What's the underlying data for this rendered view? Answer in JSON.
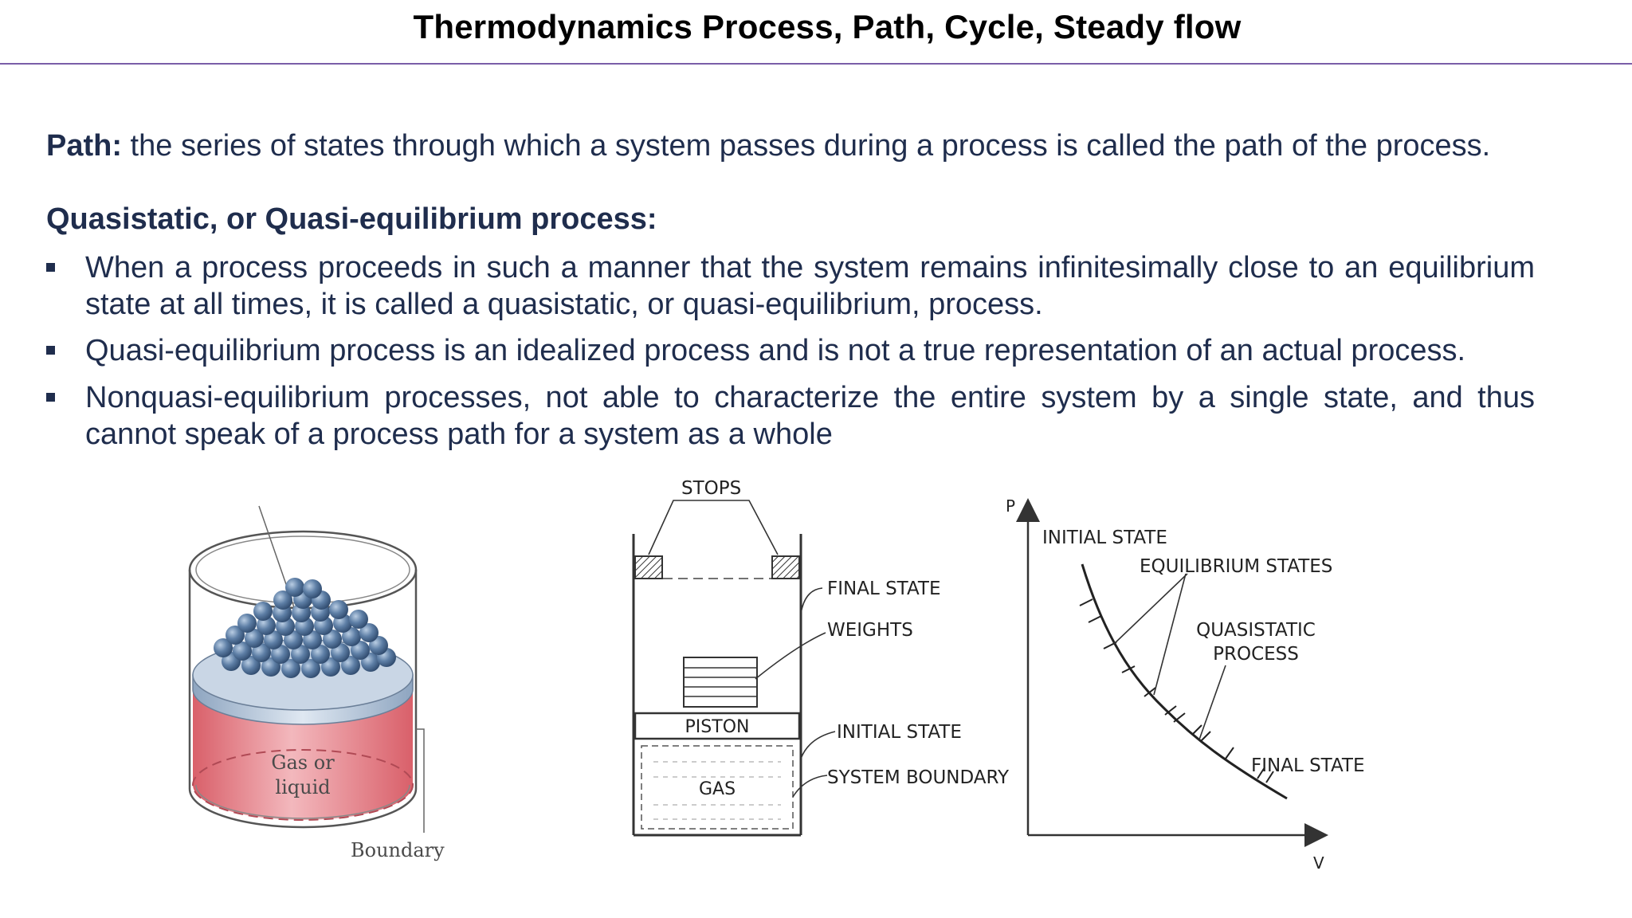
{
  "title": "Thermodynamics Process, Path, Cycle, Steady flow",
  "path_definition": {
    "term": "Path:",
    "text": " the series of states through which a system passes during a process is called the path of the process."
  },
  "quasistatic": {
    "heading": "Quasistatic, or Quasi-equilibrium process:",
    "bullets": [
      " When a process proceeds in such a manner that the system remains infinitesimally close to an equilibrium state at all times, it is called a quasistatic, or quasi-equilibrium, process.",
      "Quasi-equilibrium process is an idealized process and is not a true representation of an actual process.",
      "Nonquasi-equilibrium processes, not able to characterize the entire system by a single state, and thus cannot speak of a process path for a system as a whole"
    ]
  },
  "figure_container": {
    "fluid_label_line1": "Gas or",
    "fluid_label_line2": "liquid",
    "boundary_label": "Boundary"
  },
  "figure_piston": {
    "stops": "STOPS",
    "final_state": "FINAL STATE",
    "weights": "WEIGHTS",
    "piston": "PISTON",
    "initial_state": "INITIAL STATE",
    "gas": "GAS",
    "system_boundary": "SYSTEM BOUNDARY"
  },
  "figure_pv": {
    "p_axis": "P",
    "v_axis": "V",
    "initial_state": "INITIAL STATE",
    "equilibrium_states": "EQUILIBRIUM STATES",
    "quasistatic_line1": "QUASISTATIC",
    "quasistatic_line2": "PROCESS",
    "final_state": "FINAL STATE"
  },
  "colors": {
    "title": "#000000",
    "body_text": "#1f2d4d",
    "title_rule": "#7a5ea8",
    "fluid": "#e0737b",
    "ball": "#5e7fa6",
    "piston_plate": "#9db3cc"
  }
}
